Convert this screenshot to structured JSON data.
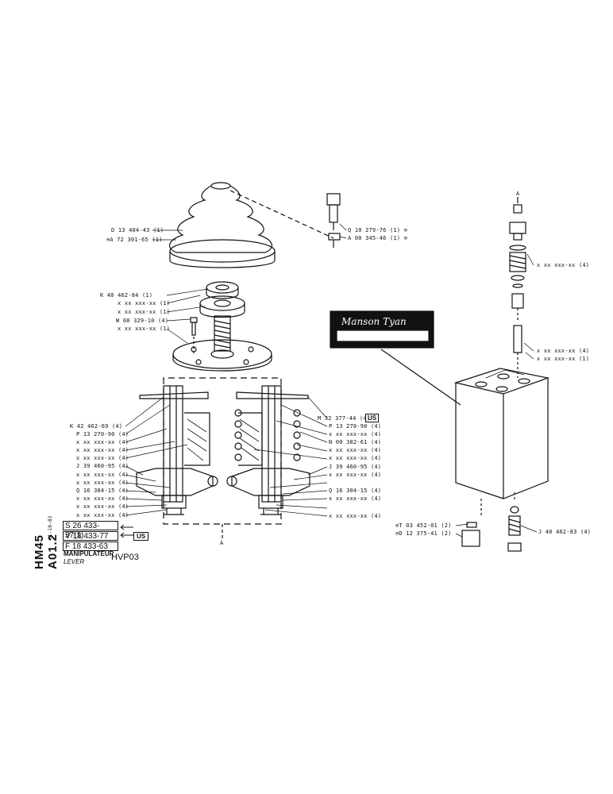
{
  "sheet": {
    "section": "HM45 A01.2",
    "date": "01-10-83",
    "title": "MANIPULATEUR",
    "subtitle": "LEVER",
    "model": "HVP03",
    "codes": [
      "S 26 433-37(1)",
      "V 18 433-77",
      "F 18 433-63"
    ],
    "us_tag": "US"
  },
  "nameplate": {
    "brand": "Manson Tyan"
  },
  "section_marks": {
    "top": "A",
    "bottom": "A"
  },
  "labels": {
    "boot_part": "D 13 404-43 (1)",
    "boot_kit": "⊖A 72 301-65 (1)",
    "screw": "Q 10 279-76 (1) ⊖",
    "nut": "A 00 345-46 (1) ⊖",
    "nut_ring": "K 40 462-84 (1)",
    "ring_a": "x xx xxx-xx (1)",
    "ring_b": "x xx xxx-xx (1)",
    "bolt": "W 00 329-10 (4)",
    "plate": "x xx xxx-xx (1)",
    "lever_k": "K 42 462-69 (4)",
    "left_p": "P 13 270-90 (4)",
    "left_x1": "x xx xxx-xx (4)",
    "left_x2": "x xx xxx-xx (4)",
    "left_x3": "x xx xxx-xx (4)",
    "left_j": "J 39 460-95 (4)",
    "left_x4": "x xx xxx-xx (4)",
    "left_x5": "x xx xxx-xx (4)",
    "left_q": "Q 16 304-15 (4)",
    "left_x6": "x xx xxx-xx (4)",
    "left_x7": "x xx xxx-xx (4)",
    "left_x8": "x xx xxx-xx (4)",
    "right_m": "M 32 377-44 (4)",
    "right_p": "P 13 270-90 (4)",
    "right_x1": "x xx xxx-xx (4)",
    "right_n": "N 00 382-61 (4)",
    "right_x2": "x xx xxx-xx (4)",
    "right_x3": "x xx xxx-xx (4)",
    "right_j": "J 39 460-95 (4)",
    "right_x4": "x xx xxx-xx (4)",
    "right_q": "Q 16 304-15 (4)",
    "right_x5": "x xx xxx-xx (4)",
    "right_x6": "x xx xxx-xx (4)",
    "valve_x1": "x xx xxx-xx (4)",
    "valve_x2": "x xx xxx-xx (4)",
    "valve_x3": "x xx xxx-xx (1)",
    "plug_t": "⊖T 03 452-01 (2)",
    "plug_d": "⊖D 12 375-41 (2)",
    "spring_j": "J 40 462-83 (4)"
  },
  "colors": {
    "ink": "#111111",
    "paper": "#ffffff"
  }
}
